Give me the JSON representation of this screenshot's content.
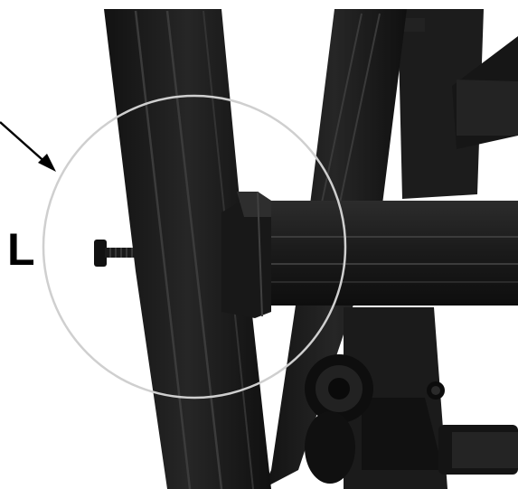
{
  "image": {
    "description_kind": "assembly-instruction-photo",
    "callout": {
      "label": "L",
      "target": "screw"
    },
    "colors": {
      "frame": "#1e1e1e",
      "frame_dark": "#0c0c0c",
      "frame_highlight": "#3a3a3a",
      "callout_ring": "#c8c8c8",
      "background": "#ffffff"
    }
  }
}
